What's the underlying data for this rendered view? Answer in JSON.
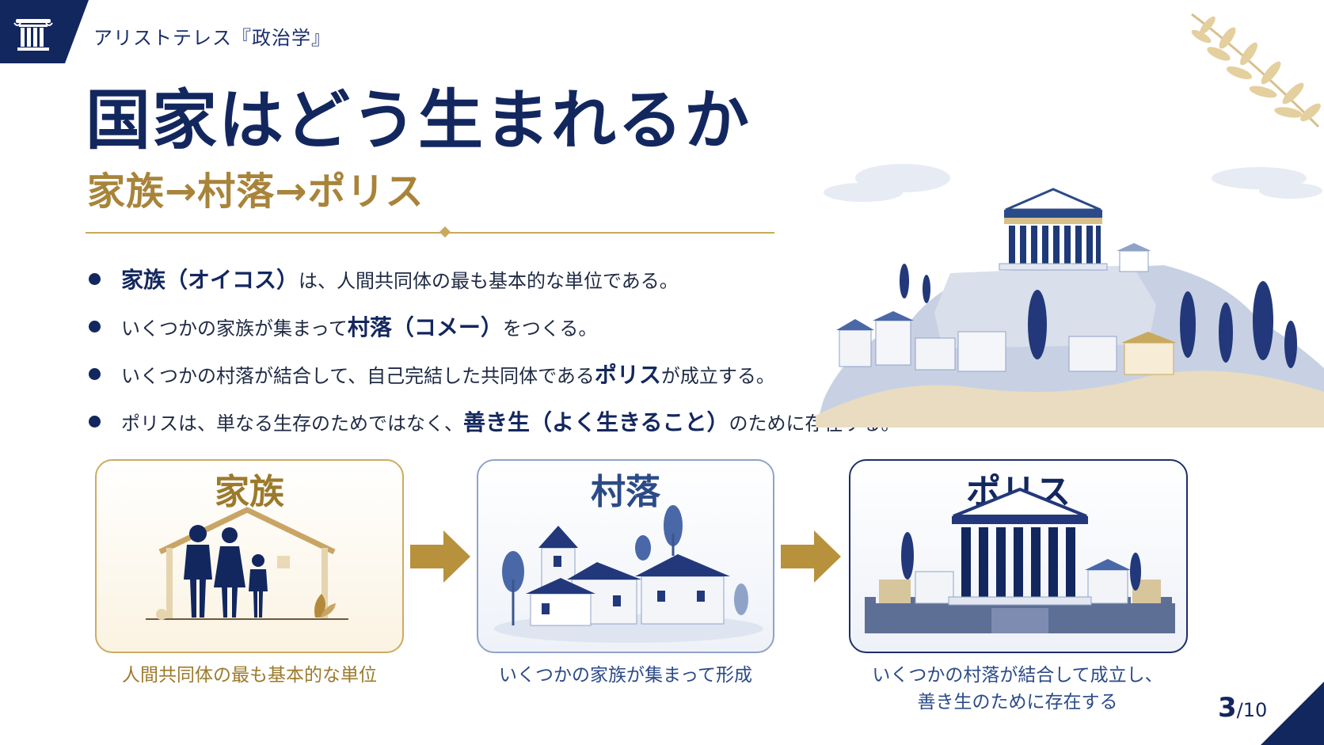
{
  "header": {
    "title": "アリストテレス『政治学』",
    "logo_icon": "greek-column-icon"
  },
  "title": "国家はどう生まれるか",
  "subtitle": "家族→村落→ポリス",
  "bullets": [
    {
      "hl": "家族（オイコス）",
      "rest": "は、人間共同体の最も基本的な単位である。"
    },
    {
      "pre": "いくつかの家族が集まって",
      "hl": "村落（コメー）",
      "rest": "をつくる。"
    },
    {
      "pre": "いくつかの村落が結合して、自己完結した共同体である",
      "hl": "ポリス",
      "rest": "が成立する。"
    },
    {
      "pre": "ポリスは、単なる生存のためではなく、",
      "hl": "善き生（よく生きること）",
      "rest": "のために存在する。"
    }
  ],
  "stages": [
    {
      "title": "家族",
      "caption": "人間共同体の最も基本的な単位",
      "icon": "family-house-icon"
    },
    {
      "title": "村落",
      "caption": "いくつかの家族が集まって形成",
      "icon": "village-icon"
    },
    {
      "title": "ポリス",
      "caption_line1": "いくつかの村落が結合して成立し、",
      "caption_line2": "善き生のために存在する",
      "icon": "acropolis-icon"
    }
  ],
  "page": {
    "current": "3",
    "total": "/10"
  },
  "colors": {
    "navy": "#13275f",
    "gold": "#a8843a",
    "blue": "#2b4a88"
  }
}
